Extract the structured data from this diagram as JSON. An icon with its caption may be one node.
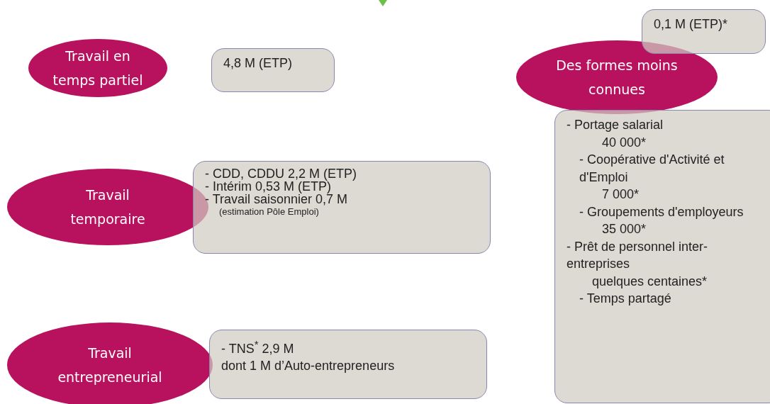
{
  "diagram": {
    "nodes": [
      {
        "text": [
          "Travail en temps partiel"
        ]
      },
      {
        "text": [
          "4,8 M (ETP)"
        ]
      },
      {
        "text": [
          "0,1 M (ETP)*"
        ]
      },
      {
        "text": [
          "Des formes moins connues"
        ]
      },
      {
        "text": [
          "- Portage salarial",
          "40 000*",
          "- Coopérative d'Activité et d'Emploi",
          "7 000*",
          "- Groupements d'employeurs",
          "35 000*",
          "- Prêt de personnel inter-entreprises",
          "quelques centaines*",
          "- Temps partagé"
        ]
      },
      {
        "text": [
          "Travail temporaire"
        ]
      },
      {
        "text": [
          "- CDD, CDDU 2,2 M (ETP)",
          "- Intérim 0,53 M (ETP)",
          "- Travail saisonnier 0,7 M",
          "(estimation Pôle Emploi)"
        ]
      },
      {
        "text": [
          "Travail entrepreneurial"
        ]
      },
      {
        "text": [
          "- TNS$^{*}$ 2,9 M",
          "dont 1 M d’Auto-entrepreneurs"
        ]
      }
    ]
  }
}
